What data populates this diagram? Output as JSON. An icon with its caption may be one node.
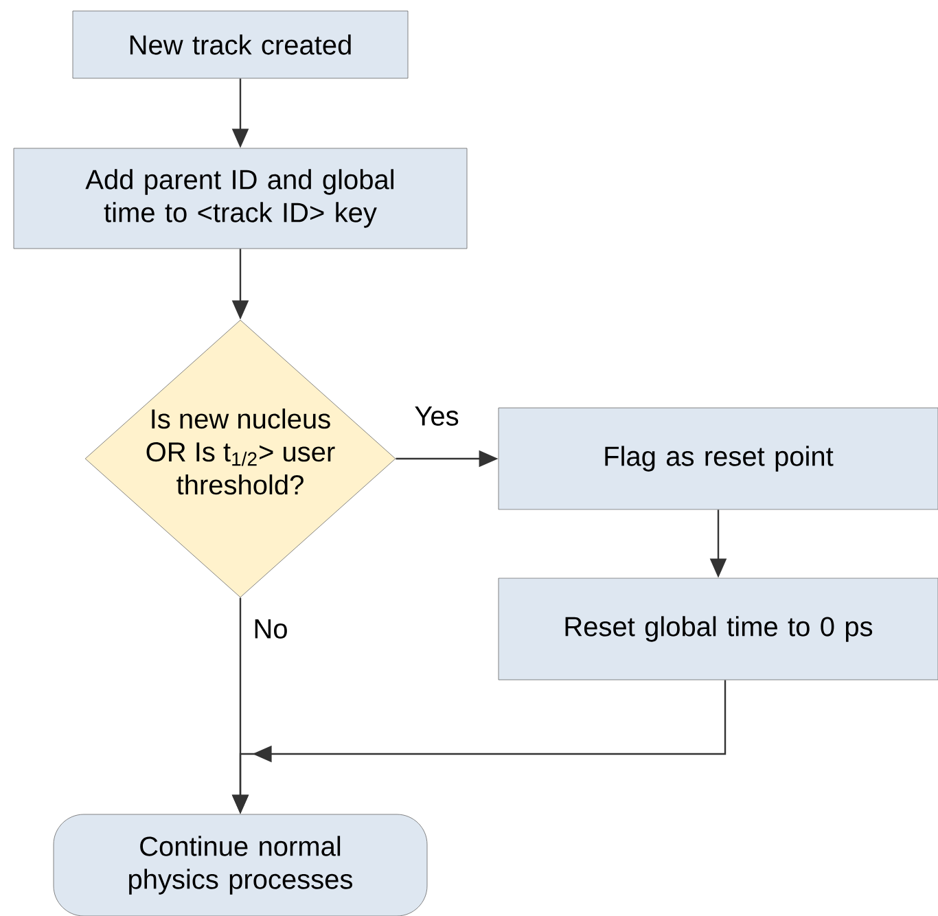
{
  "diagram": {
    "nodes": [
      {
        "text": [
          "New track created"
        ]
      },
      {
        "text": [
          "Add parent ID and global time to <track ID> key"
        ]
      },
      {
        "text": [
          "Is new nucleus OR Is t$_{1/2}$> user threshold?"
        ]
      },
      {
        "text": [
          "Flag as reset point"
        ]
      },
      {
        "text": [
          "Reset global time to 0 ps"
        ]
      },
      {
        "text": [
          "Continue normal physics processes"
        ]
      }
    ],
    "edges": [
      {
        "from": 0,
        "to": 1,
        "arrow": "to"
      },
      {
        "from": 1,
        "to": 2,
        "arrow": "to"
      },
      {
        "from": 2,
        "to": 3,
        "arrow": "to",
        "label": "Yes"
      },
      {
        "from": 3,
        "to": 4,
        "arrow": "to"
      },
      {
        "from": 2,
        "to": 5,
        "arrow": "to",
        "label": "No"
      },
      {
        "from": 4,
        "to": 5,
        "arrow": "to"
      }
    ]
  }
}
